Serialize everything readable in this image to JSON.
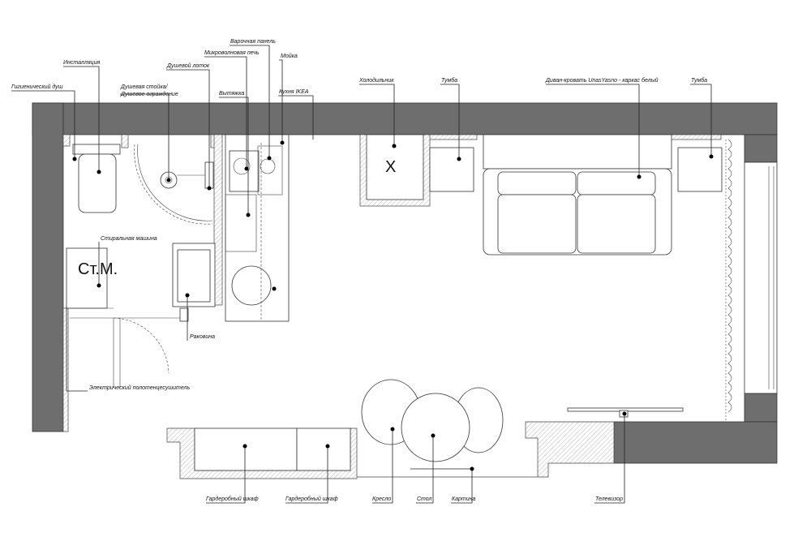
{
  "labels": {
    "cooktop": "Варочная панель",
    "microwave": "Микроволновая печь",
    "sink": "Мойка",
    "installation": "Инсталляция",
    "shower_head": "Душевой лоток",
    "hygienic_shower": "Гигиенический душ",
    "shower_rack": "Душевая стойка/",
    "shower_rack2": "Душевое ограждение",
    "hood": "Вытяжка",
    "ikea_kitchen": "Кухня IKEA",
    "fridge": "Холодильник",
    "nightstand_left": "Тумба",
    "sofa": "Диван-кровать UnasYasno - каркас белый",
    "nightstand_right": "Тумба",
    "washing_machine": "Стиральная машина",
    "wash_basin": "Раковина",
    "towel_dryer": "Электрический полотенцесушитель",
    "wardrobe1": "Гардеробный шкаф",
    "wardrobe2": "Гардеробный шкаф",
    "armchair": "Кресло",
    "table": "Стол",
    "picture": "Картина",
    "tv": "Телевизор",
    "wm_mark": "Ст.М.",
    "fridge_mark": "X"
  }
}
